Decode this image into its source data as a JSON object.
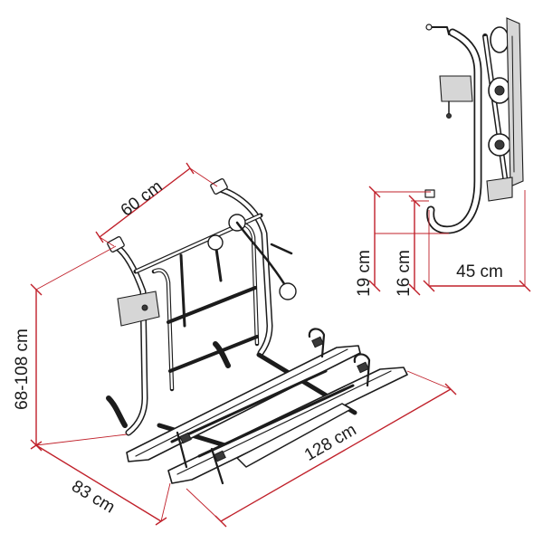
{
  "dimensions": {
    "width_top": "60 cm",
    "height": "68-108 cm",
    "depth": "83 cm",
    "length": "128 cm",
    "side_19": "19 cm",
    "side_16": "16 cm",
    "side_45": "45 cm"
  },
  "colors": {
    "dimension_line": "#c0202a",
    "drawing_ink": "#1c1c1c",
    "background": "#ffffff"
  }
}
